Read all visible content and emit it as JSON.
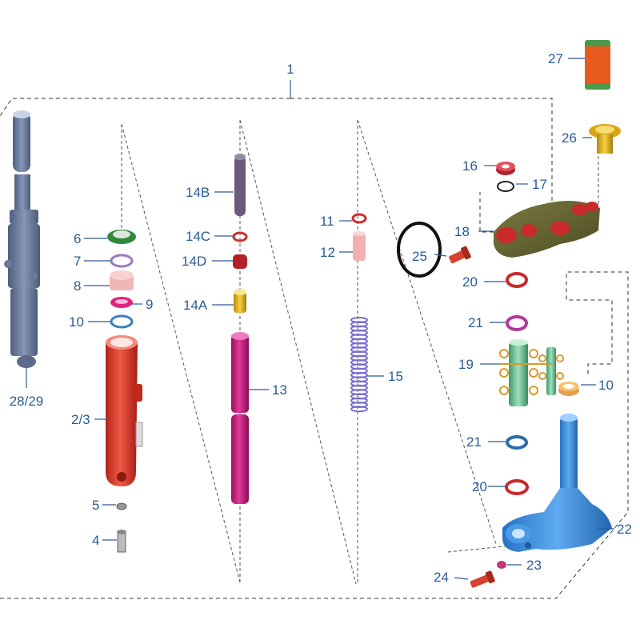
{
  "labels": {
    "l1": "1",
    "l28": "28/29",
    "l6": "6",
    "l7": "7",
    "l8": "8",
    "l9": "9",
    "l10a": "10",
    "l23b": "2/3",
    "l5": "5",
    "l4": "4",
    "l14B": "14B",
    "l14C": "14C",
    "l14D": "14D",
    "l14A": "14A",
    "l13": "13",
    "l11": "11",
    "l12": "12",
    "l15": "15",
    "l25": "25",
    "l27": "27",
    "l26": "26",
    "l16": "16",
    "l17": "17",
    "l18": "18",
    "l20a": "20",
    "l21a": "21",
    "l19": "19",
    "l10b": "10",
    "l21b": "21",
    "l20b": "20",
    "l22": "22",
    "l23": "23",
    "l24": "24"
  },
  "colors": {
    "label": "#2a5c94",
    "outer_tube": "#6e7f9e",
    "fork_leg": "#d93a2b",
    "fork_tube": "#c0197a",
    "spring": "#8b7fd6",
    "top_bridge": "#6b6a35",
    "bottom_bridge": "#3b8fe0",
    "bearing": "#5fbf8f",
    "bolt_gold": "#e0b020",
    "seal_green": "#3c8f3c",
    "dust_red": "#c92a2a"
  }
}
